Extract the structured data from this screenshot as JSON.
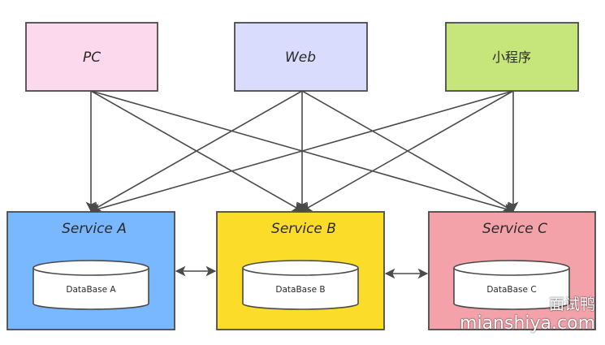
{
  "clients": [
    {
      "id": "pc",
      "label": "PC",
      "fill": "#fcd9ec"
    },
    {
      "id": "web",
      "label": "Web",
      "fill": "#d9dcfc"
    },
    {
      "id": "mini",
      "label": "小程序",
      "fill": "#c6e67c"
    }
  ],
  "services": [
    {
      "id": "a",
      "label": "Service A",
      "fill": "#79b7ff",
      "db": "DataBase A"
    },
    {
      "id": "b",
      "label": "Service B",
      "fill": "#fbdc28",
      "db": "DataBase B"
    },
    {
      "id": "c",
      "label": "Service C",
      "fill": "#f3a2aa",
      "db": "DataBase C"
    }
  ],
  "watermark": {
    "cn": "面试鸭",
    "url": "mianshiya.com"
  },
  "colors": {
    "stroke": "#4a4a4a",
    "db_fill": "#ffffff"
  }
}
